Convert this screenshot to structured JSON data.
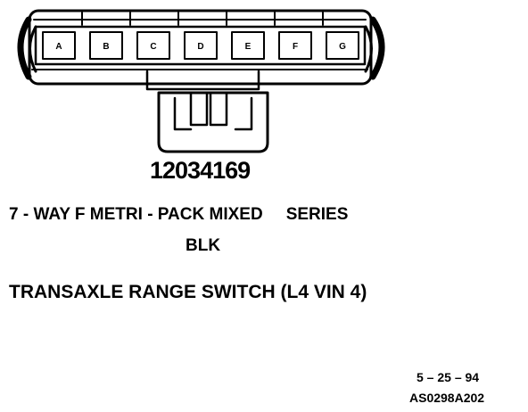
{
  "connector": {
    "pins": [
      "A",
      "B",
      "C",
      "D",
      "E",
      "F",
      "G"
    ],
    "part_number": "12034169",
    "description": "7 - WAY F METRI - PACK MIXED",
    "series_label": "SERIES",
    "color": "BLK",
    "title": "TRANSAXLE RANGE SWITCH (L4 VIN 4)"
  },
  "footer": {
    "date": "5 – 25 – 94",
    "code": "AS0298A202"
  }
}
